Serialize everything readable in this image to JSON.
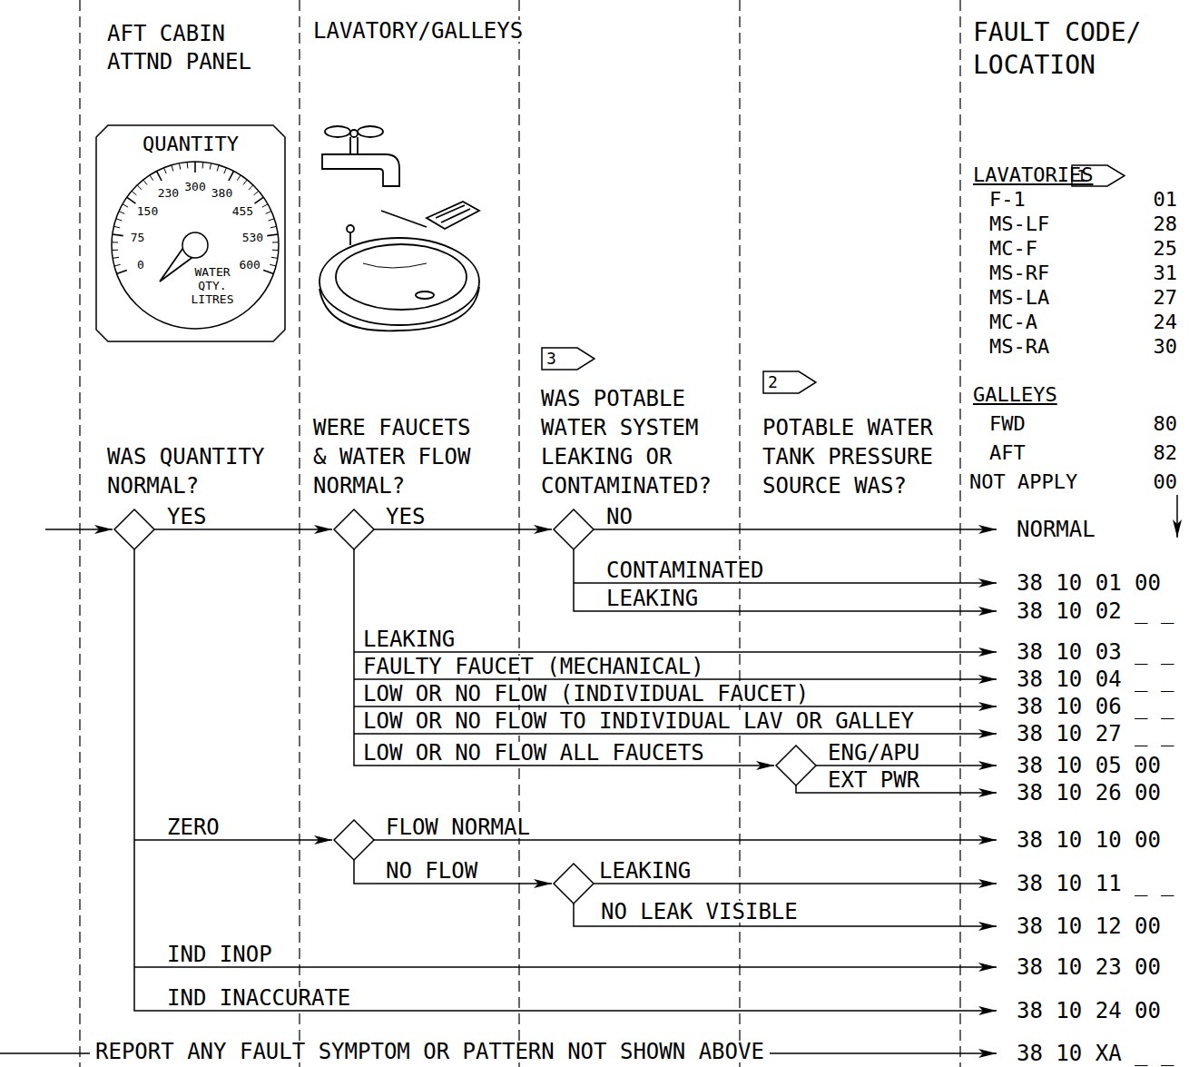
{
  "diagram": {
    "nodes": [
      {
        "text": [
          "QUANTITY",
          "WATER QTY. LITRES"
        ]
      },
      {
        "text": [
          "1"
        ]
      },
      {
        "text": [
          "3"
        ]
      },
      {
        "text": [
          "2"
        ]
      }
    ],
    "labels": [
      "AFT CABIN ATTND PANEL",
      "LAVATORY/GALLEYS",
      "FAULT CODE/ LOCATION",
      "LAVATORIES",
      "F-1",
      "01",
      "MS-LF",
      "28",
      "MC-F",
      "25",
      "MS-RF",
      "31",
      "MS-LA",
      "27",
      "MC-A",
      "24",
      "MS-RA",
      "30",
      "GALLEYS",
      "FWD",
      "80",
      "AFT",
      "82",
      "NOT APPLY",
      "00",
      "WAS QUANTITY NORMAL?",
      "WERE FAUCETS & WATER FLOW NORMAL?",
      "WAS POTABLE WATER SYSTEM LEAKING OR CONTAMINATED?",
      "POTABLE WATER TANK PRESSURE SOURCE WAS?",
      "YES",
      "YES",
      "NO",
      "NORMAL",
      "CONTAMINATED",
      "38 10 01 00",
      "LEAKING",
      "38 10 02 _ _",
      "LEAKING",
      "38 10 03 _ _",
      "FAULTY FAUCET (MECHANICAL)",
      "38 10 04 _ _",
      "LOW OR NO FLOW (INDIVIDUAL FAUCET)",
      "38 10 06 _ _",
      "LOW OR NO FLOW TO INDIVIDUAL LAV OR GALLEY",
      "38 10 27 _ _",
      "LOW OR NO FLOW ALL FAUCETS",
      "ENG/APU",
      "38 10 05 00",
      "EXT PWR",
      "38 10 26 00",
      "ZERO",
      "FLOW NORMAL",
      "38 10 10 00",
      "NO FLOW",
      "LEAKING",
      "38 10 11 _ _",
      "NO LEAK VISIBLE",
      "38 10 12 00",
      "IND INOP",
      "38 10 23 00",
      "IND INACCURATE",
      "38 10 24 00",
      "REPORT ANY FAULT SYMPTOM OR PATTERN NOT SHOWN ABOVE",
      "38 10 XA _ _",
      "0",
      "75",
      "150",
      "230",
      "300",
      "380",
      "455",
      "530",
      "600"
    ]
  }
}
